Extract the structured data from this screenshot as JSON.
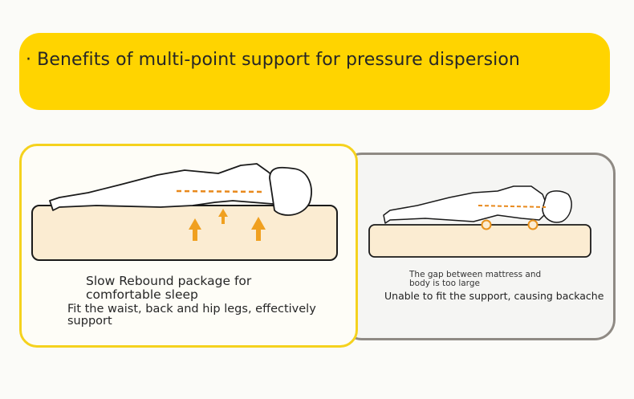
{
  "banner": {
    "title": "· Benefits of multi-point support for pressure dispersion"
  },
  "left_card": {
    "title_line1": "Slow Rebound package for",
    "title_line2": "comfortable sleep",
    "desc_line1": "Fit the waist, back and hip legs, effectively",
    "desc_line2": "support"
  },
  "right_card": {
    "gap_line1": "The gap between mattress and",
    "gap_line2": "body is too large",
    "desc": "Unable to fit the support, causing backache"
  },
  "colors": {
    "banner": "#ffd400",
    "left_border": "#f5d21e",
    "right_border": "#8f8a84",
    "mattress": "#fbecd2",
    "support_arrow": "#f0a020"
  },
  "icons": [
    "sleeping-person-icon",
    "support-arrow-icon",
    "pressure-point-icon"
  ]
}
